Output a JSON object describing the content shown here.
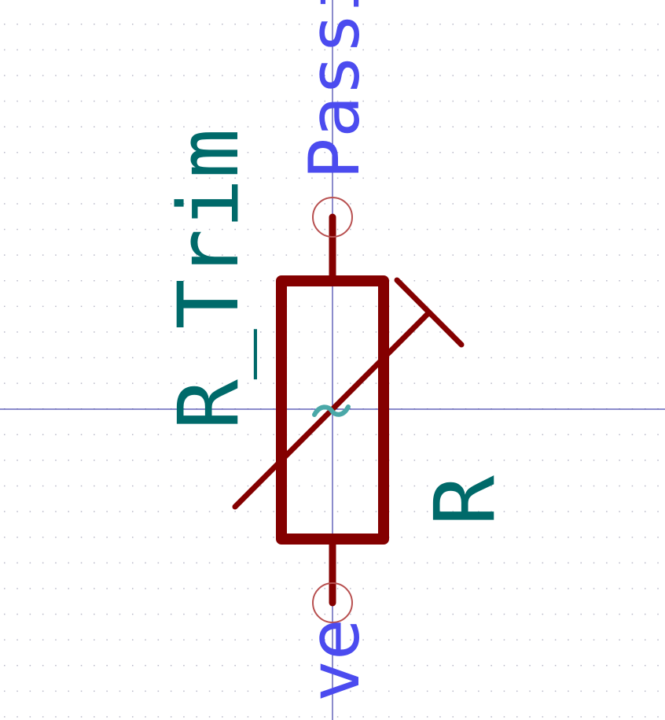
{
  "symbol": {
    "value_label": "R_Trim",
    "reference_label": "R",
    "pin_label_top": "Passi",
    "pin_label_bottom": "ve",
    "center_marker": "~"
  },
  "colors": {
    "background": "#ffffff",
    "grid_dot": "#b8b8c8",
    "axis_line": "#1a1a9a",
    "body_stroke": "#840000",
    "pin_circle": "#b85050",
    "field_text": "#006a6a",
    "pin_text": "#4b4bef",
    "marker": "#4aa8a8"
  }
}
